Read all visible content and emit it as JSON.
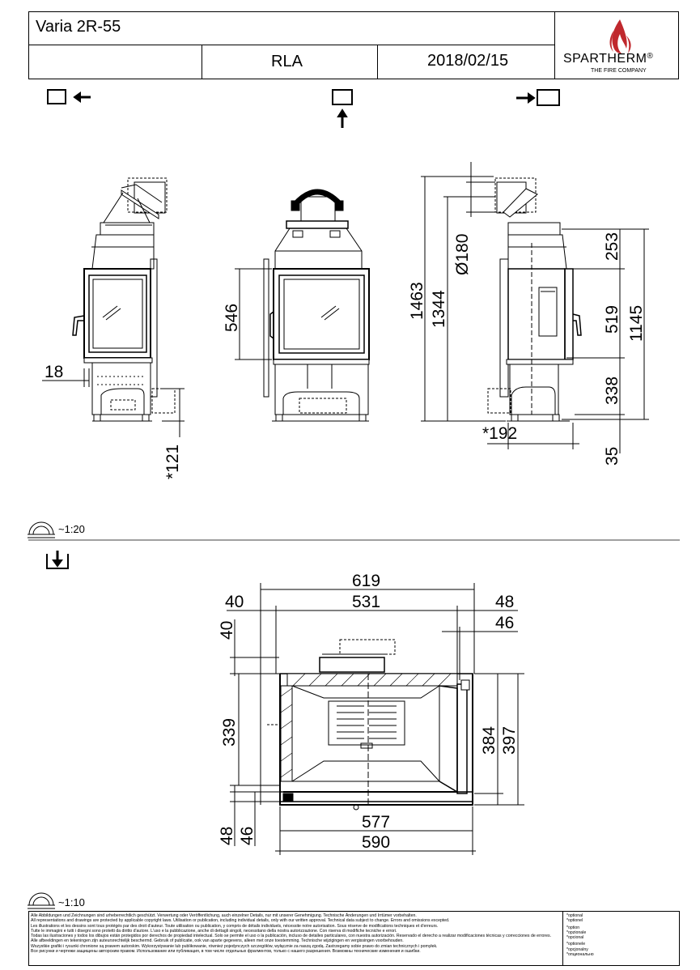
{
  "header": {
    "model": "Varia 2R-55",
    "variant": "RLA",
    "date": "2018/02/15",
    "brand": "SPARTHERM",
    "brand_mark": "®",
    "brand_tagline": "THE FIRE COMPANY"
  },
  "views": {
    "left_icon": "box-arrow-left-icon",
    "front_icon": "box-arrow-up-icon",
    "right_icon": "box-arrow-right-icon",
    "top_icon": "box-arrow-down-icon"
  },
  "elevation_dims": {
    "d546": "546",
    "d18": "18",
    "d121": "*121",
    "d1463": "1463",
    "d1344": "1344",
    "d180": "Ø180",
    "d192": "*192",
    "d253": "253",
    "d519": "519",
    "d338": "338",
    "d1145": "1145",
    "d35": "35"
  },
  "scale1": "~1:20",
  "plan_dims": {
    "d619": "619",
    "d40a": "40",
    "d531": "531",
    "d48a": "48",
    "d46a": "46",
    "d40b": "40",
    "d339": "339",
    "d384": "384",
    "d397": "397",
    "d48b": "48",
    "d46b": "46",
    "d577": "577",
    "d590": "590"
  },
  "scale2": "~1:10",
  "footer": {
    "lines": [
      "Alle Abbildungen und Zeichnungen sind urheberrechtlich geschützt. Verwertung oder Veröffentlichung, auch einzelner Details, nur mit unserer Genehmigung. Technische Änderungen und Irrtümer vorbehalten.",
      "All representations and drawings are protected by applicable copyright laws. Utilisation or publication, including individual details, only with our written approval. Technical data subject to change. Errors and omissions excepted.",
      "Les illustrations et les dessins sont tous protégés par des droit d'auteur. Toute utilisation ou publication, y compris de détails individuels, nécessite notre autorisation. Sous réserve de modifications techniques et d'erreurs.",
      "Tutte le immagini e tutti i disegni sono protetti da diritto d'autore. L'uso e la pubblicazione, anche di dettagli singoli, necessitano della nostra autorizzazione. Con riserva di modifiche tecniche e errori.",
      "Todas las ilustraciones y todos los dibujos están protegidos por derechos de propiedad intelectual. Solo se permite el uso o la publicación, incluso de detalles particulares, con nuestra autorización. Reservado el derecho a realizar modificaciones técnicas y correcciones de errores.",
      "Alle afbeeldingen en tekeningen zijn auteursrechtelijk beschermd. Gebruik of publicatie, ook van aparte gegevens, alleen met onze toestemming. Technische wijzigingen en vergissingen voorbehouden.",
      "Wszystkie grafiki i rysunki chronione są prawem autorskim. Wykorzystywanie lub publikowanie, również pojedynczych szczegółów, wyłącznie za naszą zgodą. Zastrzegamy sobie prawo do zmian technicznych i pomyłek.",
      "Все рисунки и чертежи защищены авторским правом. Использование или публикация, в том числе отдельных фрагментов, только с нашего разрешения. Возможны технические изменения и ошибки."
    ],
    "side": [
      "*optional",
      "*optionel",
      "*option",
      "*opzionale",
      "*opcional",
      "*optionele",
      "*opcjonalny",
      "*опционально"
    ]
  }
}
